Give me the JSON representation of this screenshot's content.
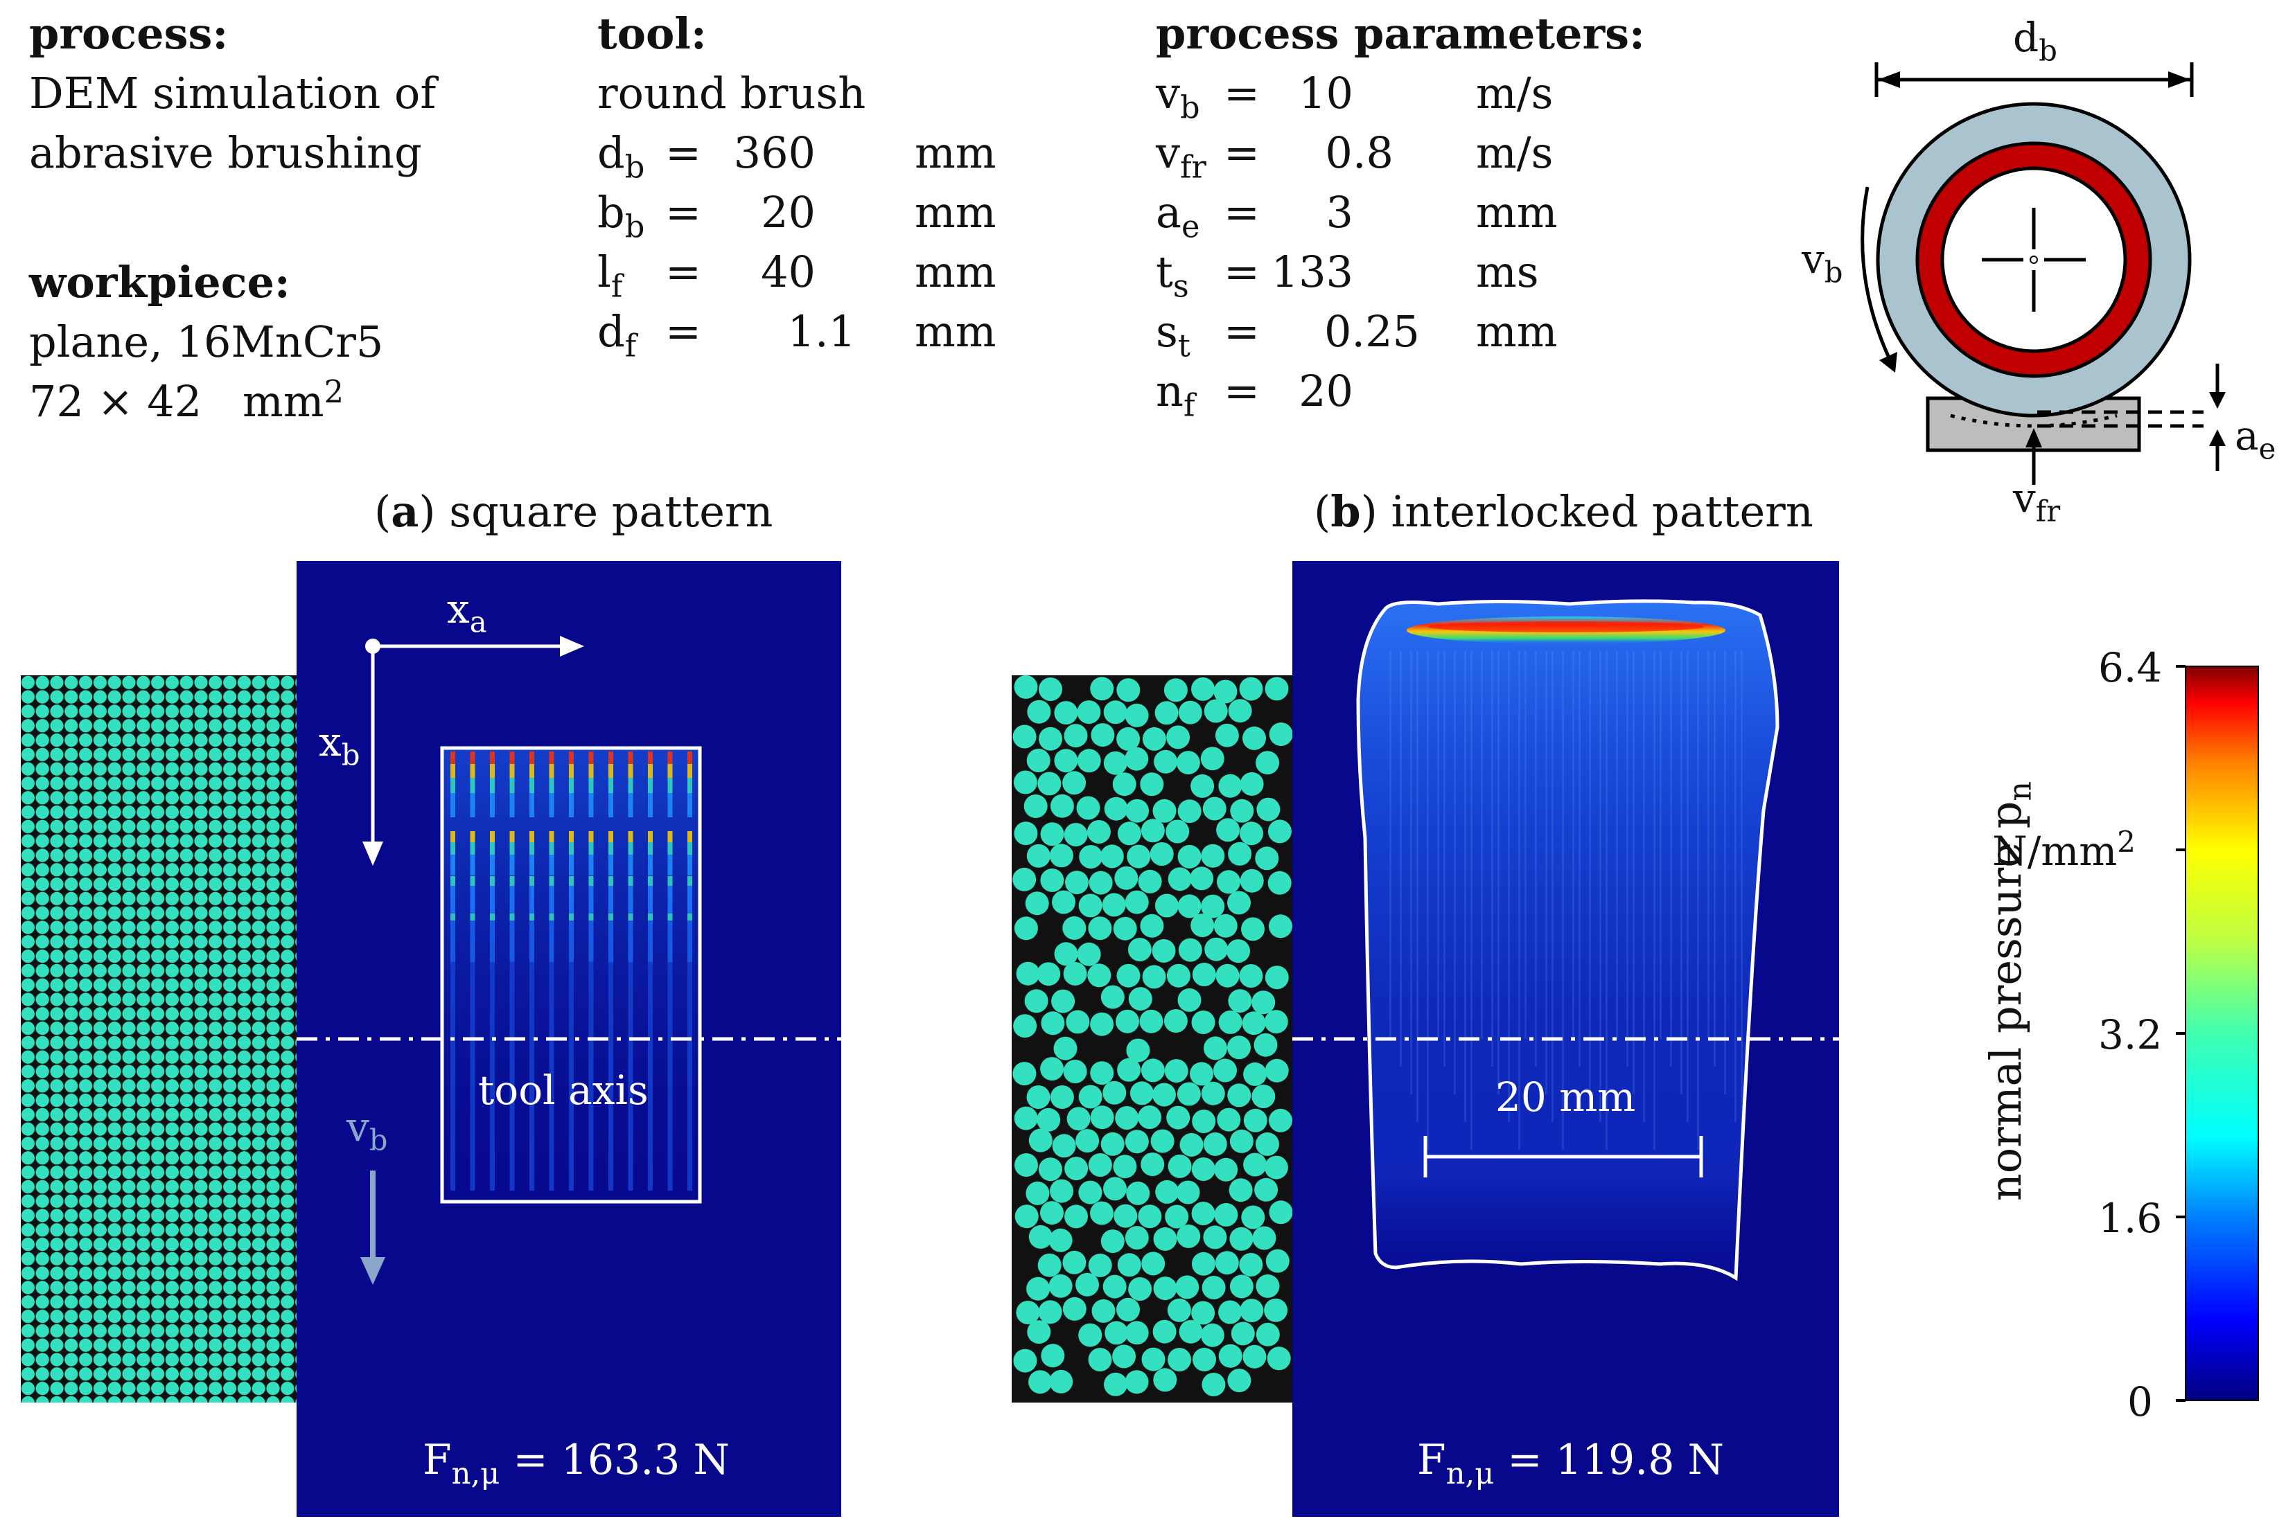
{
  "process": {
    "heading": "process:",
    "line1": "DEM simulation of",
    "line2": "abrasive brushing"
  },
  "workpiece": {
    "heading": "workpiece:",
    "line1": "plane, 16MnCr5",
    "size_main": "72 × 42",
    "size_unit": "mm",
    "size_unit_sup": "2"
  },
  "tool": {
    "heading": "tool:",
    "type": "round brush",
    "params": [
      {
        "sym": "d",
        "sub": "b",
        "eq": "=",
        "val": "360",
        "unit": "mm"
      },
      {
        "sym": "b",
        "sub": "b",
        "eq": "=",
        "val": "20",
        "unit": "mm"
      },
      {
        "sym": "l",
        "sub": "f",
        "eq": "=",
        "val": "40",
        "unit": "mm"
      },
      {
        "sym": "d",
        "sub": "f",
        "eq": "=",
        "val": "1.1",
        "unit": "mm"
      }
    ]
  },
  "process_parameters": {
    "heading": "process parameters:",
    "params": [
      {
        "sym": "v",
        "sub": "b",
        "eq": "=",
        "val": "10",
        "unit": "m/s"
      },
      {
        "sym": "v",
        "sub": "fr",
        "eq": "=",
        "val": "0.8",
        "unit": "m/s"
      },
      {
        "sym": "a",
        "sub": "e",
        "eq": "=",
        "val": "3",
        "unit": "mm"
      },
      {
        "sym": "t",
        "sub": "s",
        "eq": "=",
        "val": "133",
        "unit": "ms"
      },
      {
        "sym": "s",
        "sub": "t",
        "eq": "=",
        "val": "0.25",
        "unit": "mm"
      },
      {
        "sym": "n",
        "sub": "f",
        "eq": "=",
        "val": "20",
        "unit": ""
      }
    ]
  },
  "schematic": {
    "db": "d",
    "db_sub": "b",
    "vb": "v",
    "vb_sub": "b",
    "ae": "a",
    "ae_sub": "e",
    "vfr": "v",
    "vfr_sub": "fr",
    "colors": {
      "brush": "#a9c3cf",
      "ring": "#c00000",
      "workpiece": "#bdbdbd"
    }
  },
  "panel_a": {
    "label_letter": "a",
    "title": "square pattern",
    "xa": "x",
    "xa_sub": "a",
    "xb": "x",
    "xb_sub": "b",
    "tool_axis": "tool axis",
    "vb": "v",
    "vb_sub": "b",
    "force_sym": "F",
    "force_sub": "n,μ",
    "force_val": "= 163.3 N"
  },
  "panel_b": {
    "label_letter": "b",
    "title": "interlocked pattern",
    "scale_label": "20 mm",
    "force_sym": "F",
    "force_sub": "n,μ",
    "force_val": "= 119.8 N"
  },
  "colorbar": {
    "label": "normal pressure p",
    "label_sub": "n",
    "unit": "N/mm",
    "unit_sup": "2",
    "min": 0,
    "max": 6.4,
    "ticks": [
      "6.4",
      "3.2",
      "1.6",
      "0"
    ],
    "colors": {
      "panel_bg": "#07088c",
      "fiber": "#33e0c0"
    }
  }
}
